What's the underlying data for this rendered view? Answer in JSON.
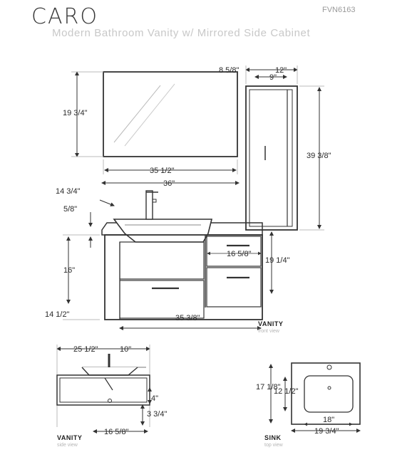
{
  "header": {
    "brand": "CARO",
    "model": "FVN6163",
    "subtitle": "Modern Bathroom Vanity w/ Mirrored Side Cabinet"
  },
  "dimensions": {
    "mirror_height": "19 3/4\"",
    "mirror_width": "35 1/2\"",
    "overall_width": "36\"",
    "faucet_height": "14 3/4\"",
    "countertop_thickness": "5/8\"",
    "vanity_height": "16\"",
    "wall_to_vanity_bottom": "14 1/2\"",
    "vanity_cabinet_width": "35 3/8\"",
    "side_cabinet_depth_a": "8 5/8\"",
    "side_cabinet_width": "12\"",
    "side_cabinet_inner": "9\"",
    "side_cabinet_height": "39 3/8\"",
    "drawer_width": "16 5/8\"",
    "side_cabinet_to_floor": "19 1/4\"",
    "side_view_depth": "25 1/2\"",
    "side_view_sink_depth": "10\"",
    "side_view_drawer_height": "4\"",
    "side_view_bottom": "3 3/4\"",
    "side_view_drawer_width": "16 5/8\"",
    "sink_depth": "17 1/8\"",
    "sink_basin_depth": "12 1/2\"",
    "sink_basin_width": "18\"",
    "sink_width": "19 3/4\""
  },
  "views": {
    "front": {
      "title": "VANITY",
      "subtitle": "front view"
    },
    "side": {
      "title": "VANITY",
      "subtitle": "side view"
    },
    "sink": {
      "title": "SINK",
      "subtitle": "top view"
    }
  }
}
